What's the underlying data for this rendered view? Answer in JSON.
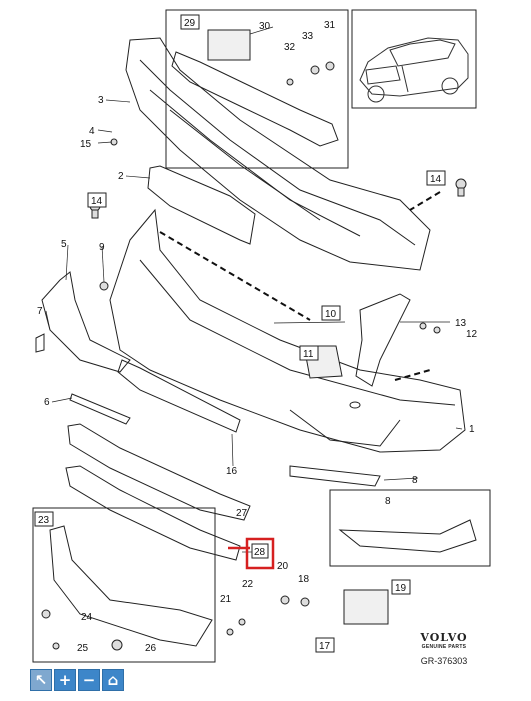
{
  "labels": {
    "n1": "1",
    "n2": "2",
    "n3": "3",
    "n4": "4",
    "n5": "5",
    "n6": "6",
    "n7": "7",
    "n8a": "8",
    "n8b": "8",
    "n9": "9",
    "n10": "10",
    "n11": "11",
    "n12": "12",
    "n13": "13",
    "n14a": "14",
    "n14b": "14",
    "n15": "15",
    "n16": "16",
    "n17": "17",
    "n18": "18",
    "n19": "19",
    "n20": "20",
    "n21": "21",
    "n22": "22",
    "n23": "23",
    "n24": "24",
    "n25": "25",
    "n26": "26",
    "n27": "27",
    "n28": "28",
    "n29": "29",
    "n30": "30",
    "n31": "31",
    "n32": "32",
    "n33": "33"
  },
  "branding": {
    "logo": "VOLVO",
    "subtitle": "GENUINE PARTS",
    "drawing_code": "GR-376303"
  },
  "toolbar": {
    "select": "select-arrow-icon",
    "zoom_in": "plus-icon",
    "zoom_out": "minus-icon",
    "home": "home-icon"
  },
  "highlight_color": "#d62020",
  "accent_color": "#3d86c9"
}
